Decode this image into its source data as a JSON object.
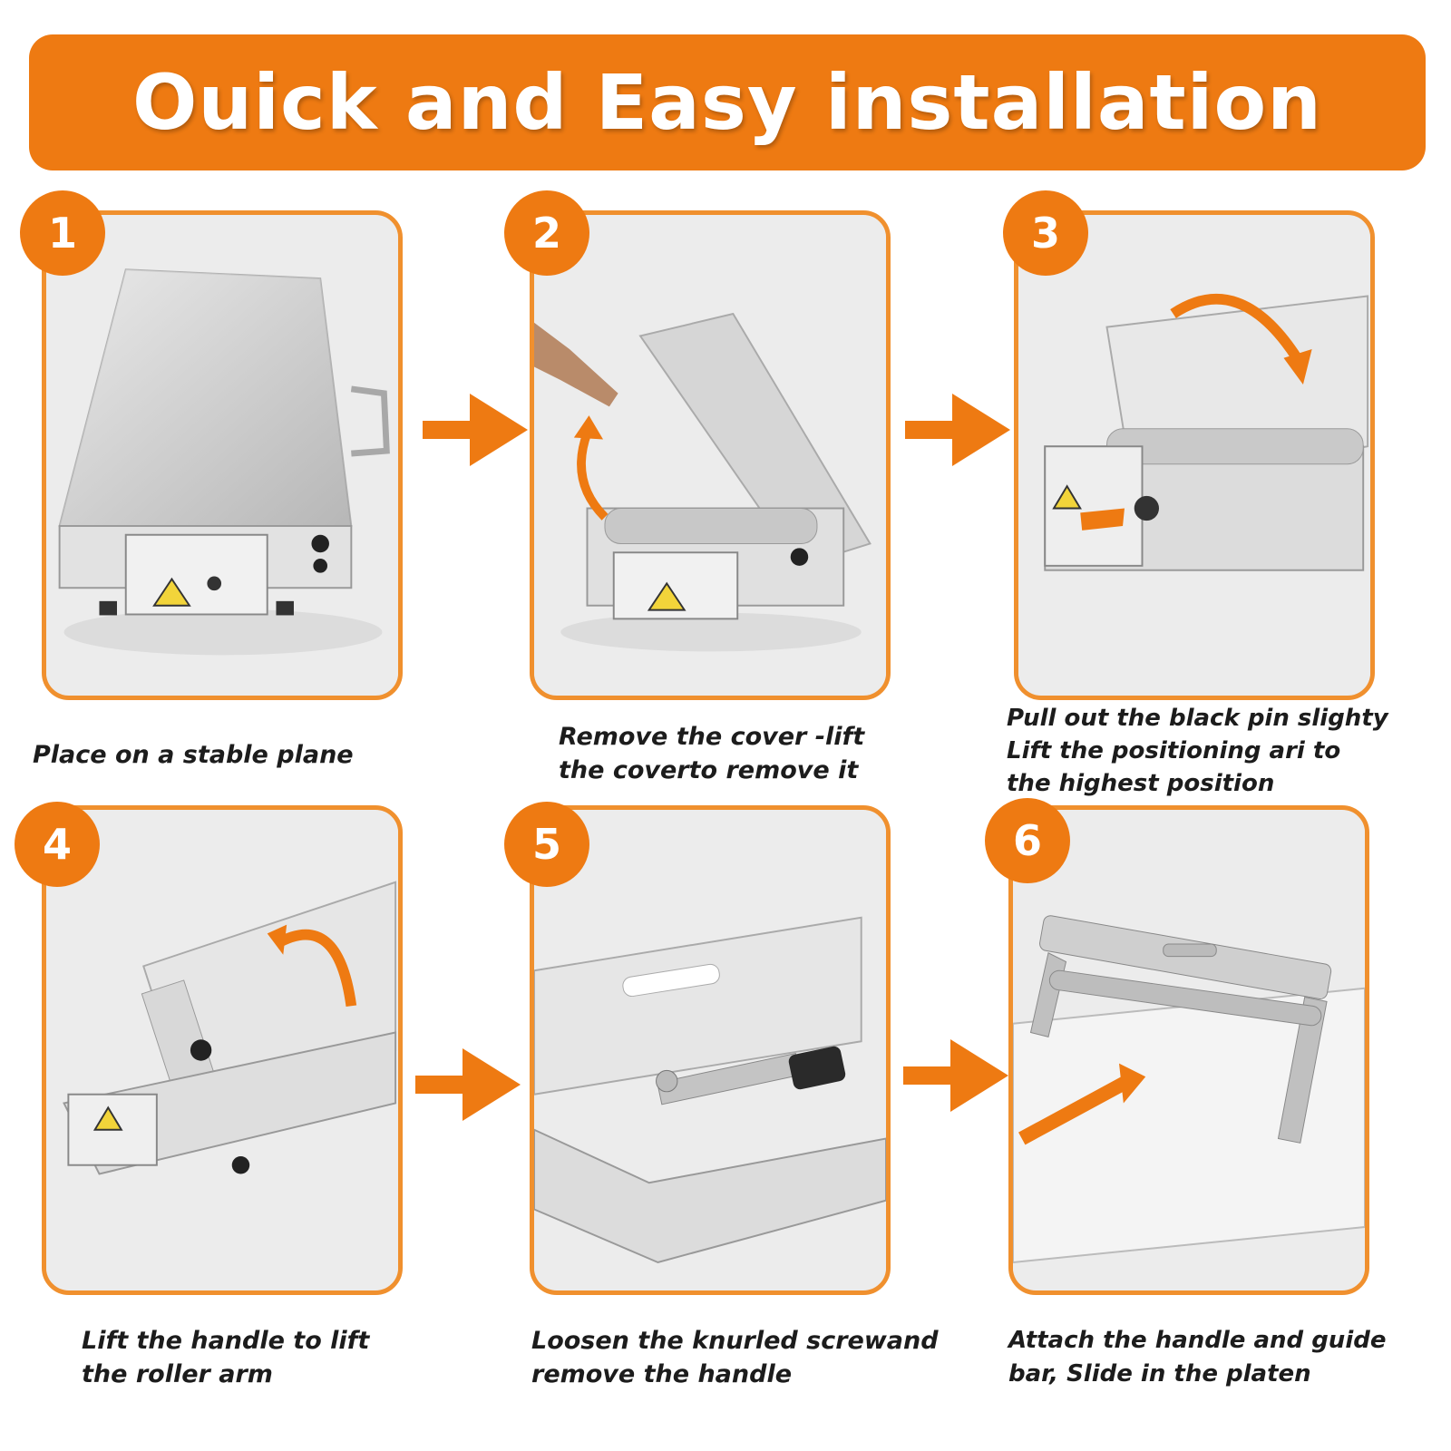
{
  "header": {
    "title": "Ouick and Easy installation"
  },
  "colors": {
    "accent": "#ee7a12",
    "card_border": "#f0902e",
    "caption_text": "#1c1c1c"
  },
  "steps": [
    {
      "number": "1",
      "caption": [
        "Place on a stable plane"
      ]
    },
    {
      "number": "2",
      "caption": [
        "Remove the cover -lift",
        "the coverto remove it"
      ]
    },
    {
      "number": "3",
      "caption": [
        "Pull out the black pin slighty",
        "Lift the positioning ari to",
        "the highest position"
      ]
    },
    {
      "number": "4",
      "caption": [
        "Lift the handle to lift",
        "the roller arm"
      ]
    },
    {
      "number": "5",
      "caption": [
        "Loosen the knurled screwand",
        "remove the handle"
      ]
    },
    {
      "number": "6",
      "caption": [
        "Attach the handle and guide",
        "bar, Slide in the platen"
      ]
    }
  ],
  "icons": {
    "step_arrow": "right-arrow-icon"
  }
}
